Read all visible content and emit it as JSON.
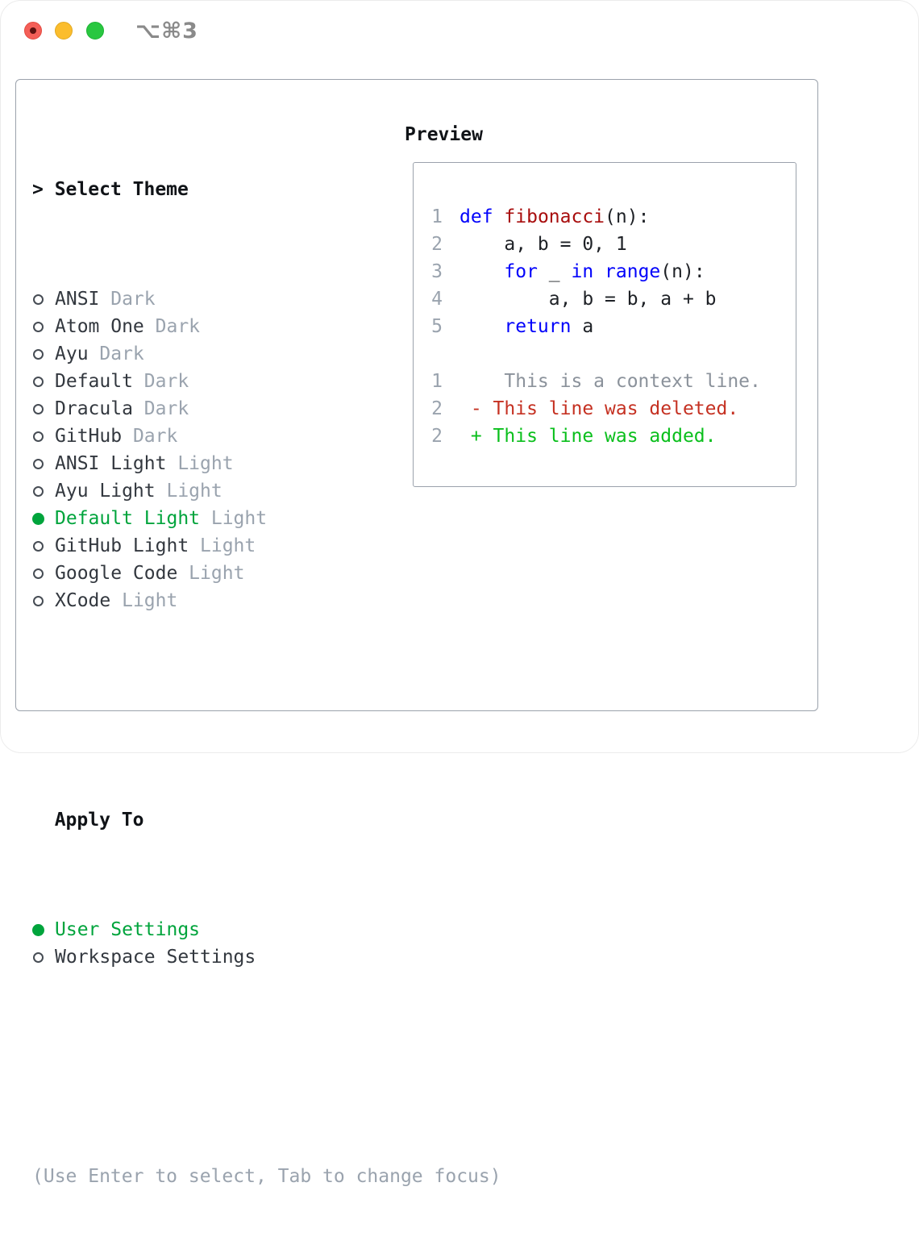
{
  "window": {
    "shortcut": "⌥⌘3"
  },
  "theme_selector": {
    "prompt": "> ",
    "title": "Select Theme",
    "items": [
      {
        "name": "ANSI",
        "variant": "Dark",
        "selected": false
      },
      {
        "name": "Atom One",
        "variant": "Dark",
        "selected": false
      },
      {
        "name": "Ayu",
        "variant": "Dark",
        "selected": false
      },
      {
        "name": "Default",
        "variant": "Dark",
        "selected": false
      },
      {
        "name": "Dracula",
        "variant": "Dark",
        "selected": false
      },
      {
        "name": "GitHub",
        "variant": "Dark",
        "selected": false
      },
      {
        "name": "ANSI Light",
        "variant": "Light",
        "selected": false
      },
      {
        "name": "Ayu Light",
        "variant": "Light",
        "selected": false
      },
      {
        "name": "Default Light",
        "variant": "Light",
        "selected": true
      },
      {
        "name": "GitHub Light",
        "variant": "Light",
        "selected": false
      },
      {
        "name": "Google Code",
        "variant": "Light",
        "selected": false
      },
      {
        "name": "XCode",
        "variant": "Light",
        "selected": false
      }
    ]
  },
  "apply_to": {
    "title": "Apply To",
    "options": [
      {
        "name": "User Settings",
        "selected": true
      },
      {
        "name": "Workspace Settings",
        "selected": false
      }
    ]
  },
  "help": "(Use Enter to select, Tab to change focus)",
  "preview": {
    "title": "Preview",
    "code_lines": [
      {
        "num": "1",
        "segments": [
          {
            "t": "def",
            "c": "kw"
          },
          {
            "t": " ",
            "c": "pl"
          },
          {
            "t": "fibonacci",
            "c": "fn"
          },
          {
            "t": "(n):",
            "c": "pl"
          }
        ]
      },
      {
        "num": "2",
        "segments": [
          {
            "t": "    a, b = 0, 1",
            "c": "pl"
          }
        ]
      },
      {
        "num": "3",
        "segments": [
          {
            "t": "    ",
            "c": "pl"
          },
          {
            "t": "for",
            "c": "kw"
          },
          {
            "t": " _ ",
            "c": "pl"
          },
          {
            "t": "in",
            "c": "kw"
          },
          {
            "t": " ",
            "c": "pl"
          },
          {
            "t": "range",
            "c": "kw"
          },
          {
            "t": "(n):",
            "c": "pl"
          }
        ]
      },
      {
        "num": "4",
        "segments": [
          {
            "t": "        a, b = b, a + b",
            "c": "pl"
          }
        ]
      },
      {
        "num": "5",
        "segments": [
          {
            "t": "    ",
            "c": "pl"
          },
          {
            "t": "return",
            "c": "kw"
          },
          {
            "t": " a",
            "c": "pl"
          }
        ]
      }
    ],
    "diff_lines": [
      {
        "num": "1",
        "type": "context",
        "text": "    This is a context line."
      },
      {
        "num": "2",
        "type": "deleted",
        "text": " - This line was deleted."
      },
      {
        "num": "2",
        "type": "added",
        "text": " + This line was added."
      }
    ]
  },
  "colors": {
    "accent_green": "#00a43c",
    "keyword_blue": "#0101fb",
    "function_red": "#a80d0d",
    "deleted_red": "#c53122",
    "added_green": "#0abf1c",
    "muted_gray": "#9aa3ae"
  }
}
